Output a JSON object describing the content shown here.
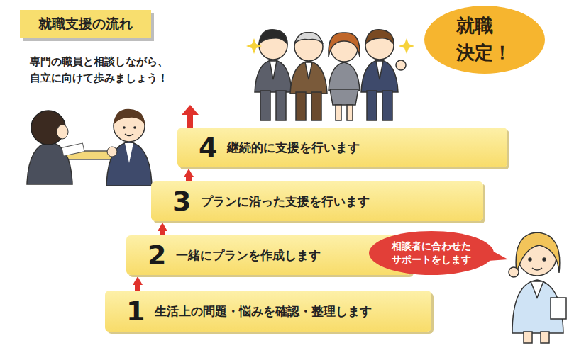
{
  "diagram": {
    "title": "就職支援の流れ",
    "nodes": [
      {
        "text": [
          "就職 決定！"
        ]
      },
      {
        "text": [
          "4",
          "継続的に支援を行います"
        ]
      },
      {
        "text": [
          "3",
          "プランに沿った支援を行います"
        ]
      },
      {
        "text": [
          "2",
          "一緒にプランを作成します"
        ]
      },
      {
        "text": [
          "相談者に合わせた サポートをします"
        ]
      },
      {
        "text": [
          "1",
          "生活上の問題・悩みを確認・整理します"
        ]
      }
    ],
    "edges": [
      {
        "from": 5,
        "to": 3,
        "arrow": "to"
      },
      {
        "from": 3,
        "to": 2,
        "arrow": "to"
      },
      {
        "from": 2,
        "to": 1,
        "arrow": "to"
      }
    ],
    "labels": [
      "専門の職員と相談しながら、 自立に向けて歩みましょう！"
    ]
  }
}
